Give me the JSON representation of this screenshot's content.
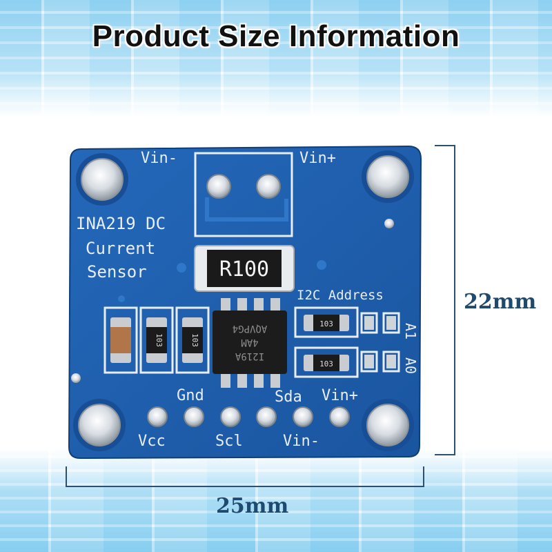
{
  "title": "Product Size Information",
  "dimensions": {
    "width_label": "25mm",
    "height_label": "22mm"
  },
  "board": {
    "labels": {
      "vin_minus_top": "Vin-",
      "vin_plus_top": "Vin+",
      "name_line1": "INA219 DC",
      "name_line2": "Current",
      "name_line3": "Sensor",
      "shunt": "R100",
      "i2c": "I2C Address",
      "a1": "A1",
      "a0": "A0",
      "resistor_code": "103",
      "chip_line1": "I219A",
      "chip_line2": "4AM",
      "chip_line3": "AQVPG4",
      "gnd": "Gnd",
      "sda": "Sda",
      "vin_plus_bottom": "Vin+",
      "vcc": "Vcc",
      "scl": "Scl",
      "vin_minus_bottom": "Vin-"
    }
  },
  "colors": {
    "pcb": "#1f5fb0",
    "pcb_dark": "#174e95",
    "dimension_line": "#2d4f70",
    "dimension_text": "#1d4a6e"
  }
}
